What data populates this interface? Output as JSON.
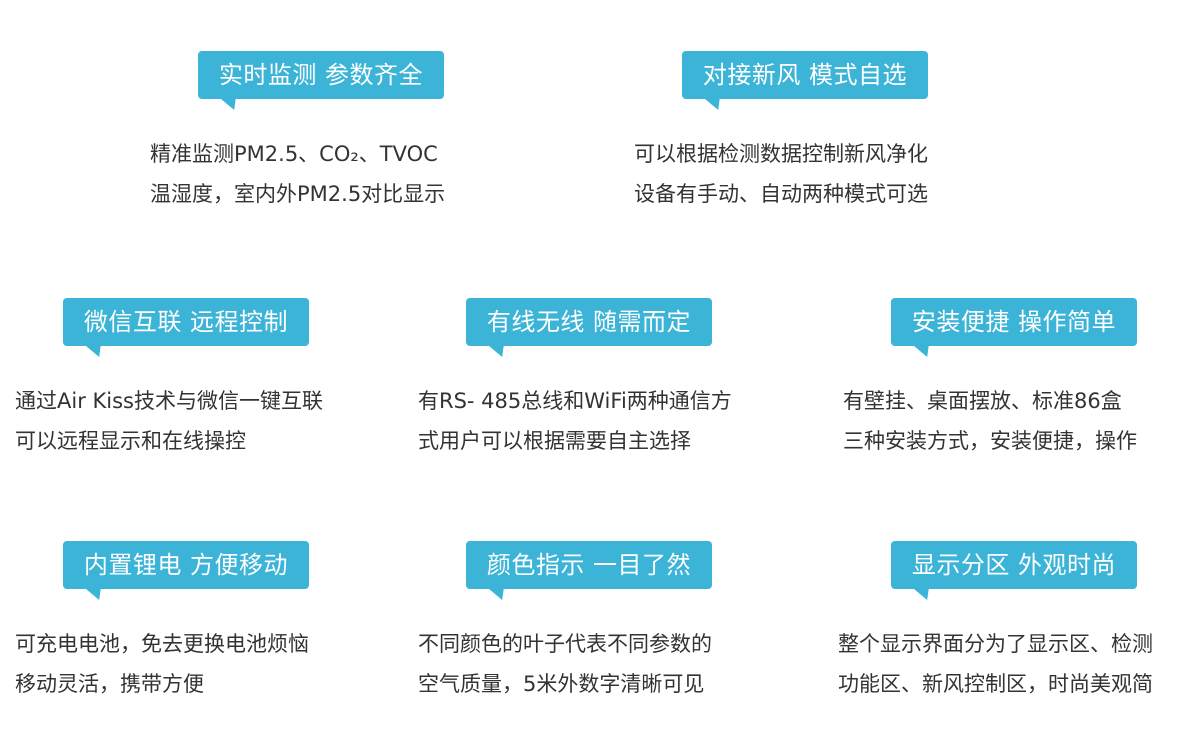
{
  "features": [
    {
      "title": "实时监测 参数齐全",
      "lines": [
        "精准监测PM2.5、CO₂、TVOC",
        "温湿度，室内外PM2.5对比显示"
      ]
    },
    {
      "title": "对接新风 模式自选",
      "lines": [
        "可以根据检测数据控制新风净化",
        "设备有手动、自动两种模式可选"
      ]
    },
    {
      "title": "微信互联 远程控制",
      "lines": [
        "通过Air Kiss技术与微信一键互联",
        "可以远程显示和在线操控"
      ]
    },
    {
      "title": "有线无线 随需而定",
      "lines": [
        "有RS- 485总线和WiFi两种通信方",
        "式用户可以根据需要自主选择"
      ]
    },
    {
      "title": "安装便捷 操作简单",
      "lines": [
        "有壁挂、桌面摆放、标准86盒",
        "三种安装方式，安装便捷，操作"
      ]
    },
    {
      "title": "内置锂电 方便移动",
      "lines": [
        "可充电电池，免去更换电池烦恼",
        "移动灵活，携带方便"
      ]
    },
    {
      "title": "颜色指示 一目了然",
      "lines": [
        "不同颜色的叶子代表不同参数的",
        "空气质量，5米外数字清晰可见"
      ]
    },
    {
      "title": "显示分区 外观时尚",
      "lines": [
        "整个显示界面分为了显示区、检测",
        "功能区、新风控制区，时尚美观简"
      ]
    }
  ],
  "colors": {
    "accent": "#3bb4d8",
    "text": "#333333"
  }
}
